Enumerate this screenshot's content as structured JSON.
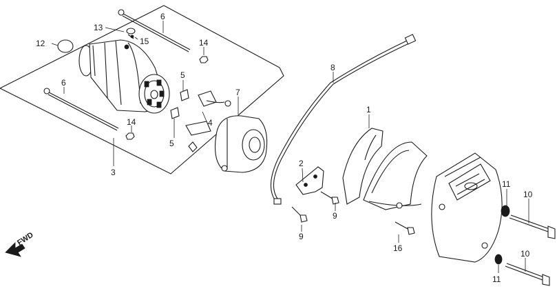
{
  "diagram": {
    "fwd_label": "FWD",
    "callouts": {
      "c1": "1",
      "c2": "2",
      "c3": "3",
      "c4": "4",
      "c5a": "5",
      "c5b": "5",
      "c6a": "6",
      "c6b": "6",
      "c7": "7",
      "c8": "8",
      "c9a": "9",
      "c9b": "9",
      "c10a": "10",
      "c10b": "10",
      "c11a": "11",
      "c11b": "11",
      "c12": "12",
      "c13": "13",
      "c14a": "14",
      "c14b": "14",
      "c15": "15",
      "c16": "16"
    }
  }
}
